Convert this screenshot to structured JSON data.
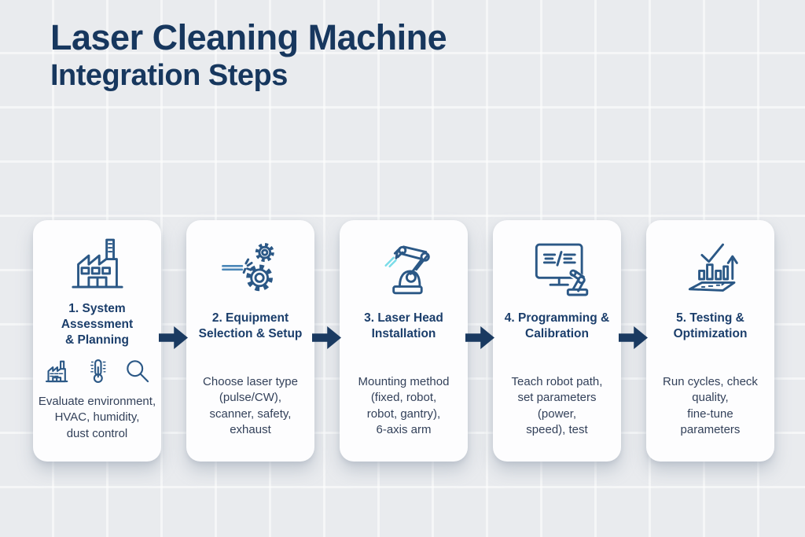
{
  "page": {
    "title_line1": "Laser Cleaning Machine",
    "title_line2": "Integration Steps"
  },
  "colors": {
    "title_navy": "#17375e",
    "heading_navy": "#1b3e6b",
    "body_text": "#33415a",
    "icon_navy": "#2b5886",
    "laser_beam_blue": "#4b87b8",
    "laser_beam_cyan": "#7adce8",
    "arrow_navy": "#1a3a61",
    "card_background": "#fdfdfe",
    "page_background": "#e9ebee"
  },
  "steps": [
    {
      "title": "1. System Assessment\n& Planning",
      "icon": "factory-icon",
      "sub_icons": [
        "factory-small-icon",
        "thermometer-icon",
        "magnifier-icon"
      ],
      "description": "Evaluate environment,\nHVAC, humidity,\ndust control"
    },
    {
      "title": "2. Equipment\nSelection & Setup",
      "icon": "laser-gears-icon",
      "description": "Choose laser type\n(pulse/CW),\nscanner, safety,\nexhaust"
    },
    {
      "title": "3. Laser Head\nInstallation",
      "icon": "robot-arm-icon",
      "description": "Mounting method\n(fixed, robot,\nrobot, gantry),\n6-axis arm"
    },
    {
      "title": "4. Programming &\nCalibration",
      "icon": "monitor-code-robot-icon",
      "description": "Teach robot path,\nset parameters\n(power,\nspeed), test"
    },
    {
      "title": "5. Testing &\nOptimization",
      "icon": "check-chart-growth-icon",
      "description": "Run cycles, check\nquality,\nfine-tune\nparameters"
    }
  ]
}
